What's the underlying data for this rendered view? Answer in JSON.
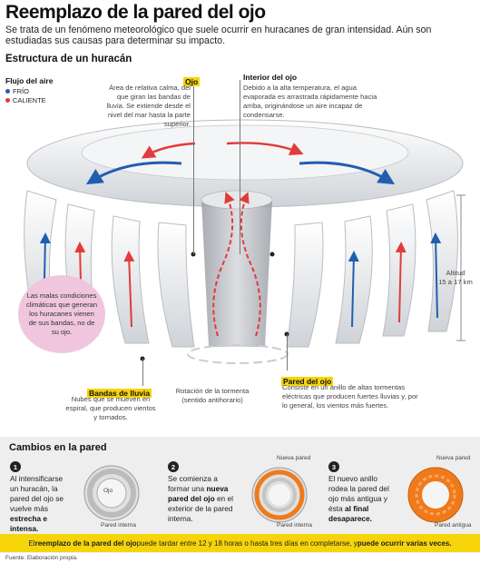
{
  "header": {
    "title": "Reemplazo de la pared del ojo",
    "subtitle": "Se trata de un fenómeno meteorológico que suele ocurrir en huracanes de gran intensidad. Aún son estudiadas sus causas para determinar su impacto."
  },
  "section_title": "Estructura de un huracán",
  "legend": {
    "title": "Flujo del aire",
    "items": [
      {
        "label": "FRÍO",
        "color": "#1f5fb0"
      },
      {
        "label": "CALIENTE",
        "color": "#e23b3b"
      }
    ]
  },
  "callouts": {
    "ojo": {
      "label": "Ojo",
      "text": "Área de relativa calma, del que giran las bandas de lluvia. Se extiende desde el nivel del mar hasta la parte superior."
    },
    "interior": {
      "label": "Interior del ojo",
      "text": "Debido a la alta temperatura, el agua evaporada es arrastrada rápidamente hacia arriba, originándose un aire incapaz de condensarse."
    },
    "altitud": {
      "label": "Altitud",
      "value": "15 a 17 km"
    },
    "malas": {
      "text": "Las malas condiciones climáticas que generan los huracanes vienen de sus bandas, no de su ojo."
    },
    "bandas": {
      "label": "Bandas de lluvia",
      "text": "Nubes que se mueven en espiral, que producen vientos y tornados."
    },
    "rotacion": {
      "text": "Rotación de la tormenta (sentido antihorario)"
    },
    "pared": {
      "label": "Pared del ojo",
      "text": "Consiste en un anillo de altas tormentas eléctricas que producen fuertes lluvias y, por lo general, los vientos más fuertes."
    }
  },
  "changes": {
    "title": "Cambios en la pared",
    "steps": [
      {
        "num": "1",
        "pre": "Al intensificarse un huracán, la pared del ojo se vuelve más ",
        "bold": "estrecha e intensa.",
        "post": "",
        "labels": {
          "center": "Ojo",
          "inner": "Pared interna"
        }
      },
      {
        "num": "2",
        "pre": "Se comienza a formar una ",
        "bold": "nueva pared del ojo",
        "post": " en el exterior de la pared interna.",
        "labels": {
          "new": "Nueva pared",
          "inner": "Pared interna"
        }
      },
      {
        "num": "3",
        "pre": "El nuevo anillo rodea la pared del ojo más antigua y ésta ",
        "bold": "al final desaparece.",
        "post": "",
        "labels": {
          "new": "Nueva pared",
          "old": "Pared antigua"
        }
      }
    ]
  },
  "bottom_note": {
    "pre": "El ",
    "b1": "reemplazo de la pared del ojo",
    "mid": " puede tardar entre 12 y 18 horas o hasta tres días en completarse, y ",
    "b2": "puede ocurrir varias veces."
  },
  "source": "Fuente: Elaboración propia.",
  "colors": {
    "cold": "#1f5fb0",
    "hot": "#e23b3b",
    "highlight": "#f5d40a",
    "orange": "#f07a1a"
  }
}
